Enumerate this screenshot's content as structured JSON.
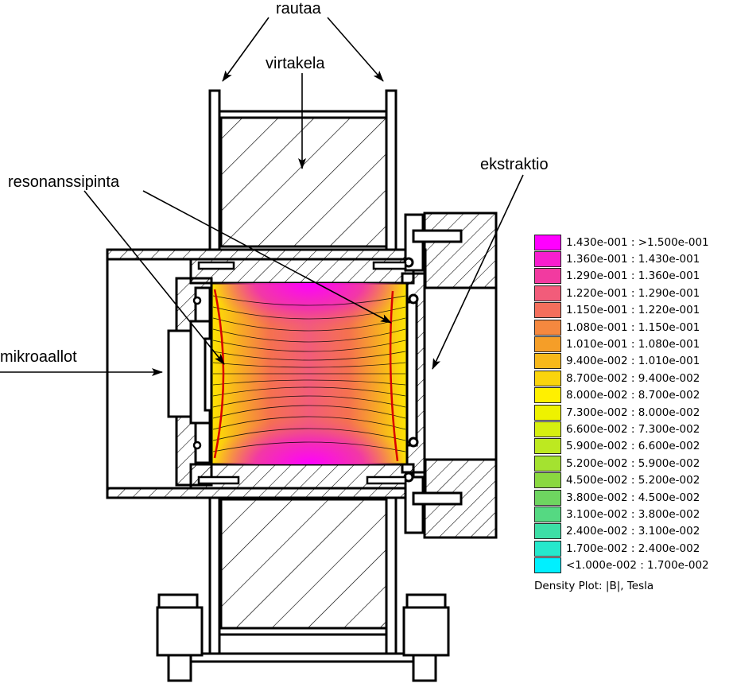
{
  "labels": {
    "rautaa": "rautaa",
    "virtakela": "virtakela",
    "resonanssipinta": "resonanssipinta",
    "ekstraktio": "ekstraktio",
    "mikroaallot": "mikroaallot"
  },
  "legend": {
    "title": "Density Plot: |B|, Tesla",
    "items": [
      {
        "label": "1.430e-001 : >1.500e-001",
        "color": "#ff00ff"
      },
      {
        "label": "1.360e-001 : 1.430e-001",
        "color": "#f71ecf"
      },
      {
        "label": "1.290e-001 : 1.360e-001",
        "color": "#f23aa0"
      },
      {
        "label": "1.220e-001 : 1.290e-001",
        "color": "#f25c7a"
      },
      {
        "label": "1.150e-001 : 1.220e-001",
        "color": "#f46f5c"
      },
      {
        "label": "1.080e-001 : 1.150e-001",
        "color": "#f5883f"
      },
      {
        "label": "1.010e-001 : 1.080e-001",
        "color": "#f59e28"
      },
      {
        "label": "9.400e-002 : 1.010e-001",
        "color": "#f7b81a"
      },
      {
        "label": "8.700e-002 : 9.400e-002",
        "color": "#fad40c"
      },
      {
        "label": "8.000e-002 : 8.700e-002",
        "color": "#fff000"
      },
      {
        "label": "7.300e-002 : 8.000e-002",
        "color": "#eef200"
      },
      {
        "label": "6.600e-002 : 7.300e-002",
        "color": "#d6ef10"
      },
      {
        "label": "5.900e-002 : 6.600e-002",
        "color": "#bde920"
      },
      {
        "label": "5.200e-002 : 5.900e-002",
        "color": "#a4e230"
      },
      {
        "label": "4.500e-002 : 5.200e-002",
        "color": "#8ad840"
      },
      {
        "label": "3.800e-002 : 4.500e-002",
        "color": "#6ed560"
      },
      {
        "label": "3.100e-002 : 3.800e-002",
        "color": "#55d982"
      },
      {
        "label": "2.400e-002 : 3.100e-002",
        "color": "#3ddfa6"
      },
      {
        "label": "1.700e-002 : 2.400e-002",
        "color": "#25e8cc"
      },
      {
        "label": "<1.000e-002 : 1.700e-002",
        "color": "#00f0ff"
      }
    ]
  }
}
